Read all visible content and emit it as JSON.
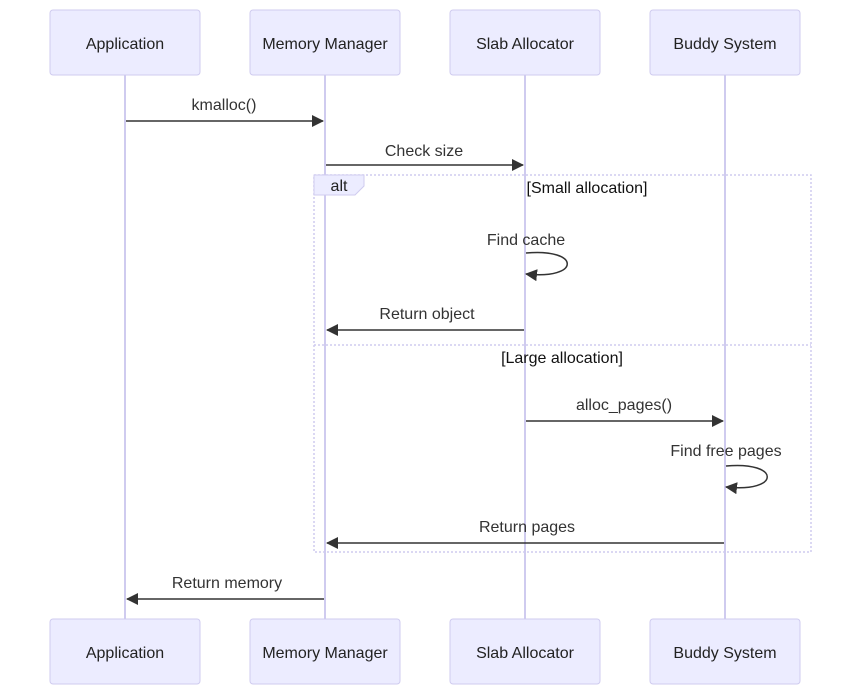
{
  "participants": [
    {
      "id": "app",
      "label": "Application"
    },
    {
      "id": "mm",
      "label": "Memory Manager"
    },
    {
      "id": "slab",
      "label": "Slab Allocator"
    },
    {
      "id": "buddy",
      "label": "Buddy System"
    }
  ],
  "messages": [
    {
      "label": "kmalloc()"
    },
    {
      "label": "Check size"
    },
    {
      "label": "Find cache"
    },
    {
      "label": "Return object"
    },
    {
      "label": "alloc_pages()"
    },
    {
      "label": "Find free pages"
    },
    {
      "label": "Return pages"
    },
    {
      "label": "Return memory"
    }
  ],
  "alt_block": {
    "keyword": "alt",
    "conditions": [
      "[Small allocation]",
      "[Large allocation]"
    ]
  },
  "colors": {
    "actor_fill": "#ECECFF",
    "actor_stroke": "#CFCBEF",
    "line": "#333333"
  }
}
